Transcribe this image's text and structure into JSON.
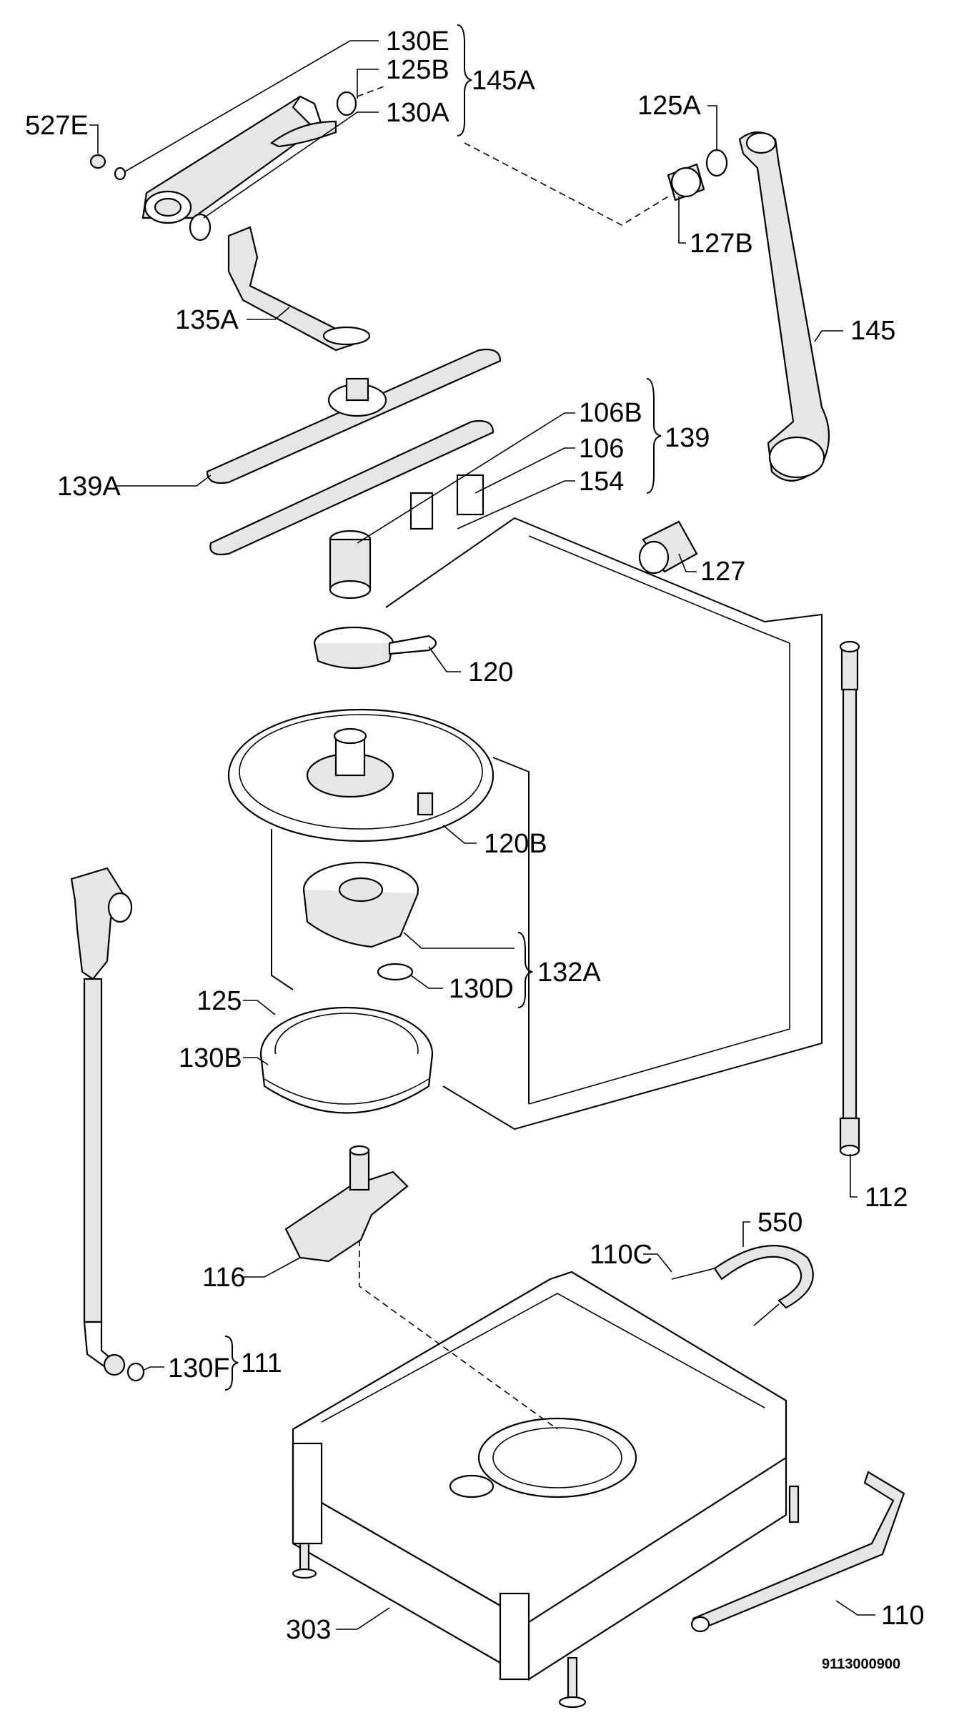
{
  "labels": {
    "l130E": "130E",
    "l125B": "125B",
    "l145A": "145A",
    "l130A": "130A",
    "l527E": "527E",
    "l125A": "125A",
    "l127B": "127B",
    "l135A": "135A",
    "l145": "145",
    "l106B": "106B",
    "l139": "139",
    "l106": "106",
    "l154": "154",
    "l139A": "139A",
    "l127": "127",
    "l120": "120",
    "l120B": "120B",
    "l132A": "132A",
    "l130D": "130D",
    "l125": "125",
    "l130B": "130B",
    "l112": "112",
    "l550": "550",
    "l110C": "110C",
    "l116": "116",
    "l111": "111",
    "l130F": "130F",
    "l110": "110",
    "l303": "303"
  },
  "doc_number": "9113000900"
}
